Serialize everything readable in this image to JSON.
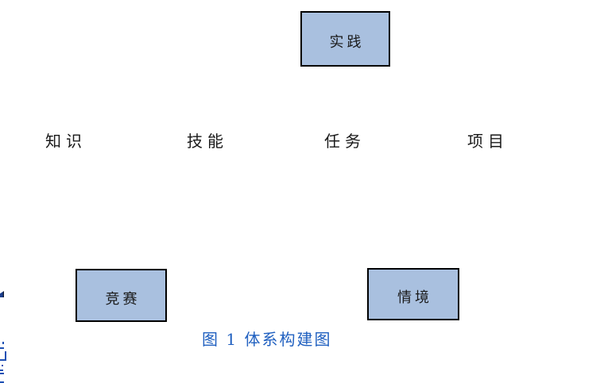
{
  "figure": {
    "caption": {
      "text": "图 1 体系构建图",
      "color": "#2060C0"
    },
    "boxes": [
      {
        "id": "practice",
        "label": "实践"
      },
      {
        "id": "competition",
        "label": "竞赛"
      },
      {
        "id": "context",
        "label": "情境"
      }
    ],
    "row_labels": [
      {
        "id": "knowledge",
        "text": "知识"
      },
      {
        "id": "skill",
        "text": "技能"
      },
      {
        "id": "task",
        "text": "任务"
      },
      {
        "id": "project",
        "text": "项目"
      }
    ],
    "colors": {
      "box_fill": "#A9C0DF",
      "box_border": "#000000",
      "label_text": "#1A1A1A"
    }
  }
}
